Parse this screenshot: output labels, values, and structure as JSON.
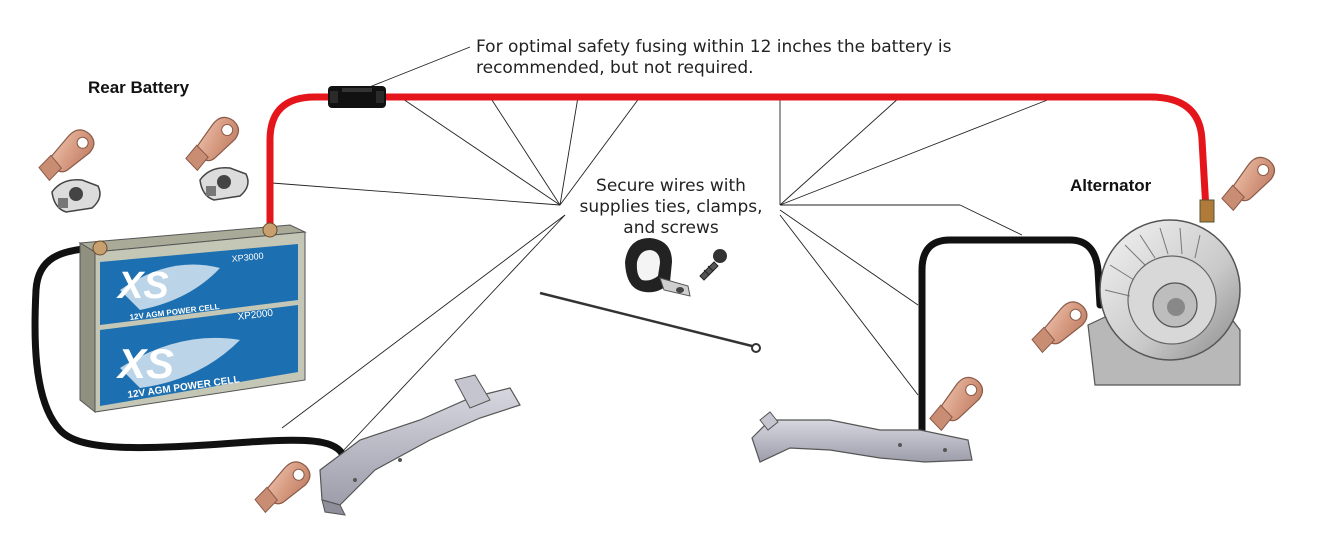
{
  "labels": {
    "rear_battery": "Rear Battery",
    "alternator": "Alternator"
  },
  "callouts": {
    "fuse_line1": "For optimal safety fusing within 12 inches the battery is",
    "fuse_line2": "recommended, but not required.",
    "secure_line1": "Secure wires with",
    "secure_line2": "supplies ties, clamps,",
    "secure_line3": "and screws"
  },
  "battery": {
    "brand_text": "XS",
    "model_top": "XP3000",
    "model_side": "XP2000",
    "top_label": "12V AGM POWER CELL",
    "side_label": "12V AGM POWER CELL"
  },
  "colors": {
    "positive_cable": "#e5161b",
    "ground_cable": "#111111",
    "battery_blue": "#1c6fb0",
    "frame_gray": "#b9b9c4",
    "lug_copper": "#d8a48c"
  }
}
